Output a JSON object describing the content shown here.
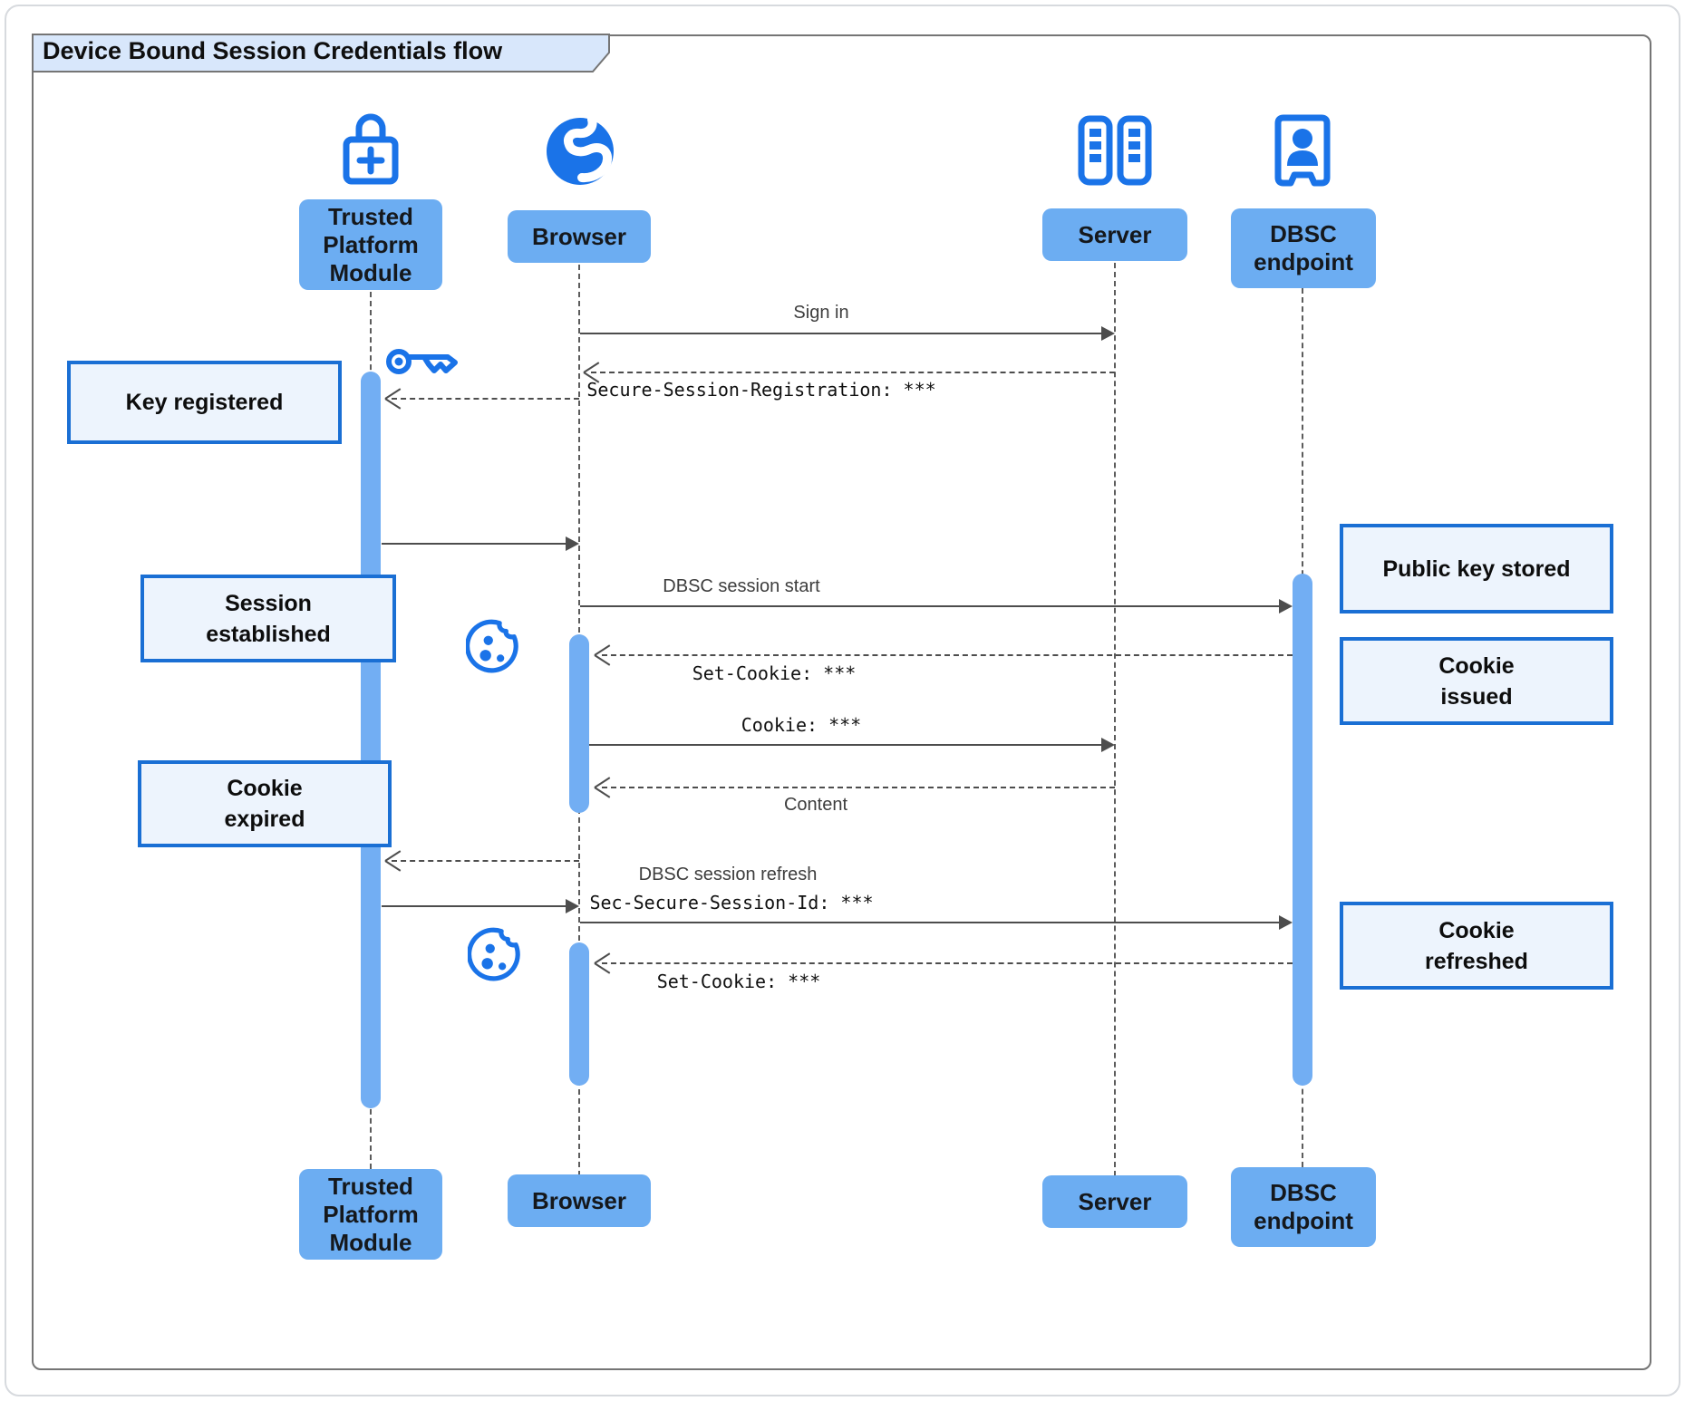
{
  "title": "Device Bound Session Credentials flow",
  "actors": {
    "tpm": {
      "label": "Trusted\nPlatform\nModule"
    },
    "browser": {
      "label": "Browser"
    },
    "server": {
      "label": "Server"
    },
    "dbsc": {
      "label": "DBSC\nendpoint"
    }
  },
  "notes": {
    "key_registered": "Key registered",
    "session_established": "Session\nestablished",
    "cookie_expired": "Cookie\nexpired",
    "public_key_stored": "Public key stored",
    "cookie_issued": "Cookie\nissued",
    "cookie_refreshed": "Cookie\nrefreshed"
  },
  "messages": {
    "sign_in": "Sign in",
    "secure_session_registration": "Secure-Session-Registration: ***",
    "dbsc_session_start": "DBSC session start",
    "set_cookie_1": "Set-Cookie: ***",
    "cookie": "Cookie: ***",
    "content": "Content",
    "dbsc_session_refresh": "DBSC session refresh",
    "sec_secure_session_id": "Sec-Secure-Session-Id: ***",
    "set_cookie_2": "Set-Cookie: ***"
  },
  "colors": {
    "accent": "#1a73e8",
    "actor_fill": "#6cadf2",
    "activation_fill": "#72aef3",
    "note_fill": "#edf4fd",
    "note_border": "#1a6fd4",
    "title_fill": "#d8e7fb",
    "frame_border": "#757575",
    "arrow": "#4d4d4d"
  }
}
